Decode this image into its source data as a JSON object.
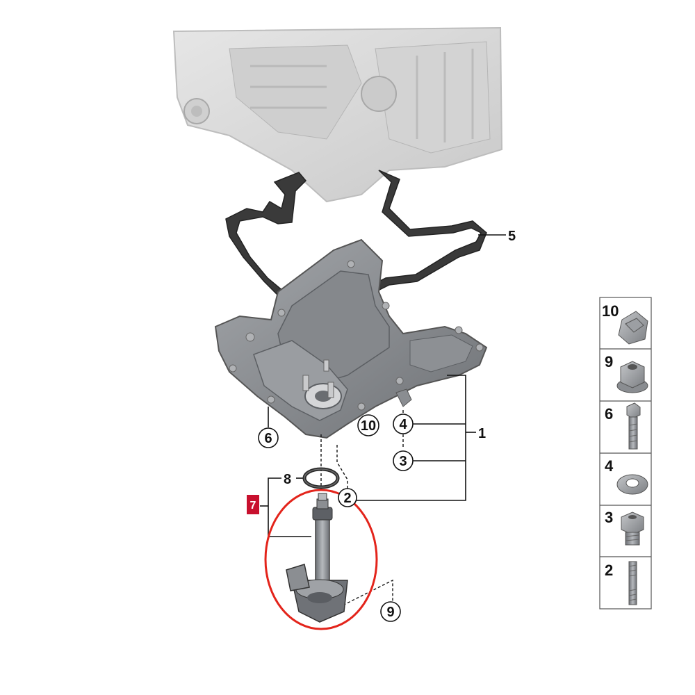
{
  "callouts": {
    "c1": "1",
    "c2": "2",
    "c3": "3",
    "c4": "4",
    "c5": "5",
    "c6": "6",
    "c7": "7",
    "c8": "8",
    "c9": "9",
    "c10": "10"
  },
  "legend": {
    "items": [
      "10",
      "9",
      "6",
      "4",
      "3",
      "2"
    ]
  },
  "colors": {
    "highlight_circle": "#e3241b",
    "highlight_badge": "#c8102e",
    "engine_block": "#d9d9d9",
    "oil_pan": "#8f9296",
    "gasket": "#3a3a3a"
  }
}
